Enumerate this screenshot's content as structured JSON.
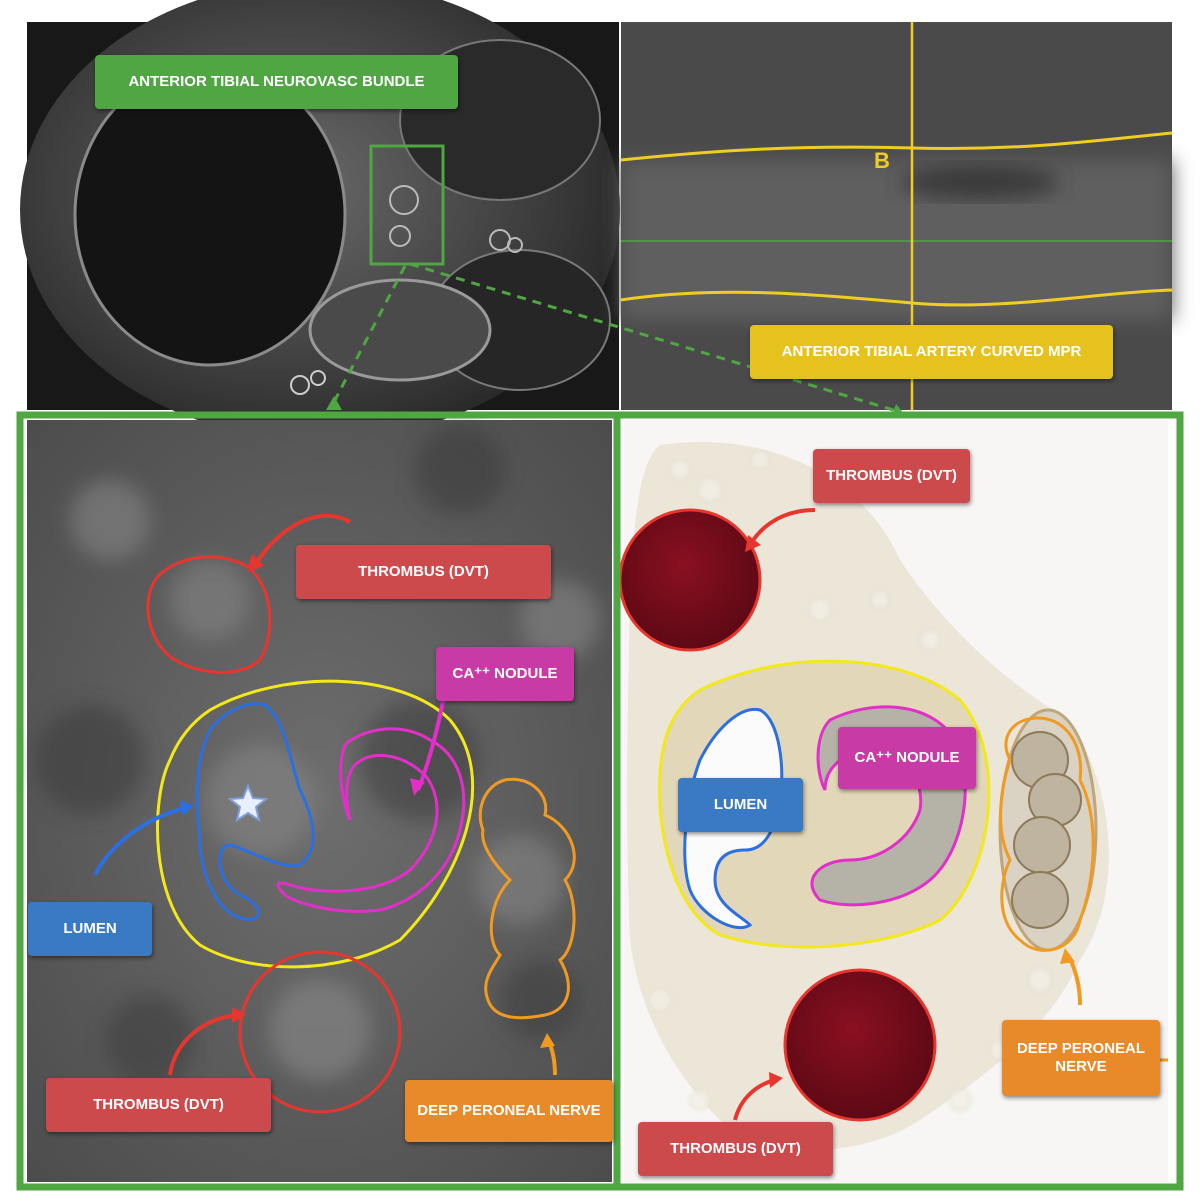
{
  "labels": {
    "neurovasc_bundle": "ANTERIOR TIBIAL NEUROVASC BUNDLE",
    "curved_mpr": "ANTERIOR TIBIAL ARTERY CURVED MPR",
    "mpr_marker": "B",
    "ct_thrombus_top": "THROMBUS (DVT)",
    "ct_thrombus_bottom": "THROMBUS (DVT)",
    "ct_ca_nodule": "CA⁺⁺ NODULE",
    "ct_lumen": "LUMEN",
    "ct_deep_peroneal_nerve": "DEEP PERONEAL NERVE",
    "histo_thrombus_top": "THROMBUS (DVT)",
    "histo_thrombus_bottom": "THROMBUS (DVT)",
    "histo_ca_nodule": "CA⁺⁺ NODULE",
    "histo_lumen": "LUMEN",
    "histo_deep_peroneal_nerve": "DEEP PERONEAL NERVE"
  },
  "colors": {
    "green_box": "#4fa642",
    "yellow": "#f0cd22",
    "red": "#e8362e",
    "magenta": "#e32fc9",
    "blue": "#2b6fe0",
    "orange": "#f19a22"
  }
}
